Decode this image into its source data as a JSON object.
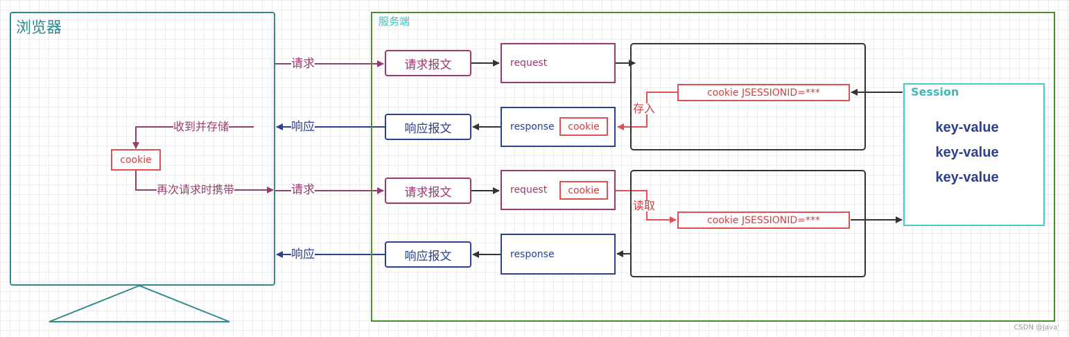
{
  "browser": {
    "title": "浏览器"
  },
  "server": {
    "title": "服务端"
  },
  "flow": {
    "req1_label": "请求",
    "resp1_label": "响应",
    "store_label": "收到并存储",
    "carry_label": "再次请求时携带",
    "req2_label": "请求",
    "resp2_label": "响应",
    "browser_cookie": "cookie"
  },
  "exchange1": {
    "request_packet": "请求报文",
    "response_packet": "响应报文",
    "request": "request",
    "response": "response",
    "response_cookie": "cookie",
    "store_action": "存入",
    "session_cookie": "cookie   JSESSIONID=***"
  },
  "exchange2": {
    "request_packet": "请求报文",
    "response_packet": "响应报文",
    "request": "request",
    "request_cookie": "cookie",
    "response": "response",
    "read_action": "读取",
    "session_cookie": "cookie   JSESSIONID=***"
  },
  "session": {
    "title": "Session",
    "entries": [
      "key-value",
      "key-value",
      "key-value"
    ]
  },
  "watermark": "CSDN @Java'",
  "colors": {
    "browser": "#2e8b8b",
    "server": "#4a8f2a",
    "request": "#9b3a6e",
    "response": "#2b3f93",
    "cookie": "#e05050",
    "session": "#4cc8c8"
  }
}
